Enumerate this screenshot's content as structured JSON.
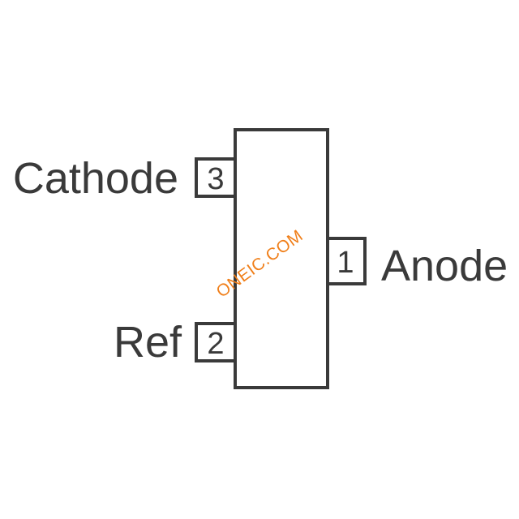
{
  "pins": [
    {
      "label": "Cathode",
      "number": "3"
    },
    {
      "label": "Ref",
      "number": "2"
    },
    {
      "label": "Anode",
      "number": "1"
    }
  ],
  "watermark": {
    "text": "ONEIC.COM",
    "color": "#f07f1a"
  },
  "colors": {
    "outline": "#3a3a3a",
    "background": "#ffffff"
  }
}
